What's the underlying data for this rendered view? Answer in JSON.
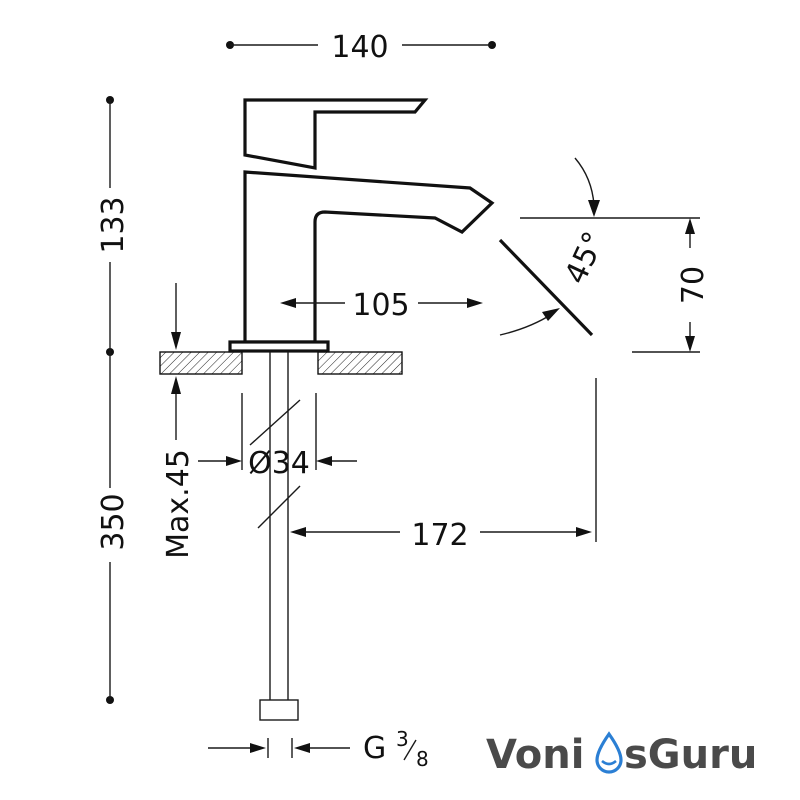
{
  "dimensions": {
    "width_total": "140",
    "height_upper": "133",
    "spout_reach": "105",
    "spout_angle": "45°",
    "spout_drop": "70",
    "hole_diameter": "Ø34",
    "max_deck_thickness": "Max.45",
    "pipe_length": "350",
    "outlet_offset": "172",
    "thread_main": "G",
    "thread_num": "3",
    "thread_den": "8"
  },
  "logo": {
    "part1": "Voni",
    "part2": "sGuru",
    "text_color": "#4a4a4a",
    "drop_color": "#2b7fd4"
  }
}
